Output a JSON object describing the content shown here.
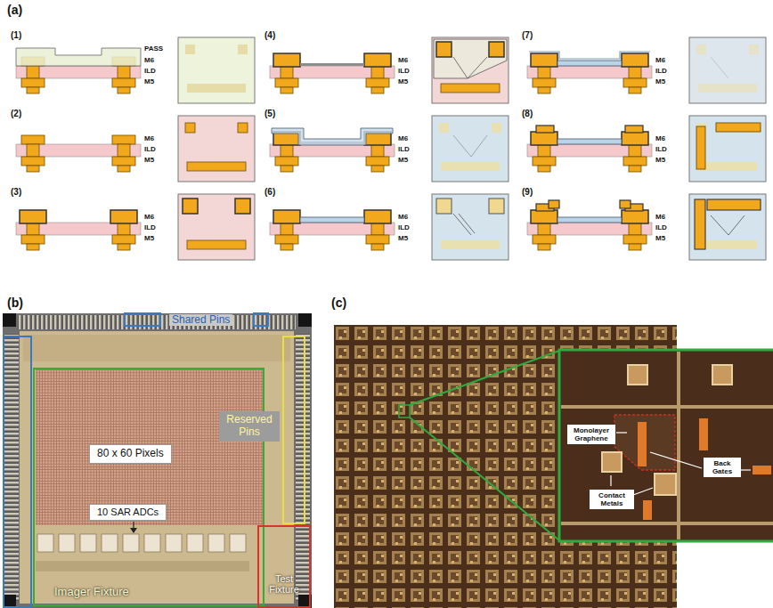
{
  "diagram": {
    "nodes": [
      {
        "text": [
          "Imager Fixture"
        ]
      },
      {
        "text": [
          "80 x 60 Pixels"
        ],
        "in": 0
      },
      {
        "text": [
          "10 SAR ADCs"
        ],
        "in": 0
      },
      {
        "text": [
          "Test Fixture"
        ]
      },
      {
        "text": [
          "Reserved Pins"
        ]
      },
      {
        "text": [
          "Monolayer Graphene"
        ]
      },
      {
        "text": [
          "Back Gates"
        ]
      },
      {
        "text": [
          "Contact Metals"
        ]
      }
    ],
    "labels": [
      "(a)",
      "(1)",
      "PASS",
      "M6",
      "ILD",
      "M5",
      "(2)",
      "M6",
      "ILD",
      "M5",
      "(3)",
      "M6",
      "ILD",
      "M5",
      "(4)",
      "M6",
      "ILD",
      "M5",
      "(5)",
      "M6",
      "ILD",
      "M5",
      "(6)",
      "M6",
      "ILD",
      "M5",
      "(7)",
      "M6",
      "ILD",
      "M5",
      "(8)",
      "M6",
      "ILD",
      "M5",
      "(9)",
      "M6",
      "ILD",
      "M5",
      "(b)",
      "Shared Pins",
      "(c)"
    ]
  }
}
